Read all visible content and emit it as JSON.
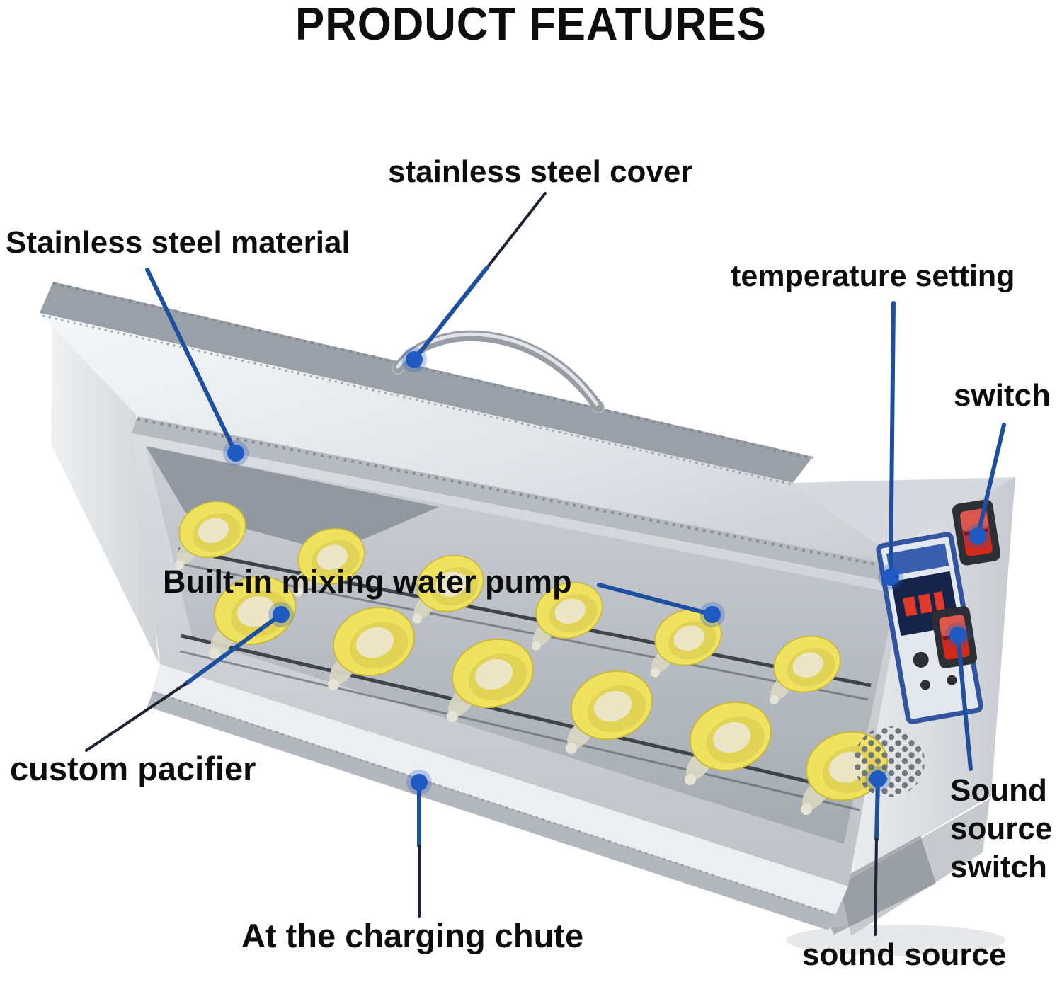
{
  "title": "PRODUCT FEATURES",
  "callouts": {
    "cover": {
      "label": "stainless steel cover"
    },
    "material": {
      "label": "Stainless steel material"
    },
    "temperature": {
      "label": "temperature setting"
    },
    "power_switch": {
      "label": "switch"
    },
    "pump": {
      "label": "Built-in mixing water pump"
    },
    "pacifier": {
      "label": "custom pacifier"
    },
    "sound_switch": {
      "lines": [
        "Sound",
        "source",
        "switch"
      ]
    },
    "chute": {
      "label": "At the charging chute"
    },
    "sound_source": {
      "label": "sound source"
    }
  },
  "colors": {
    "leader_blue": "#1e4fa0",
    "leader_dark": "#1c2433",
    "dot_blue": "#1f5ac2",
    "label_text": "#0d0d0d",
    "pacifier_yellow": "#efe25f",
    "switch_red": "#d2291a",
    "display_frame_blue": "#33549f",
    "steel_light": "#f2f4f6",
    "steel_mid": "#cdd1d6",
    "steel_dark": "#9aa0a8"
  }
}
